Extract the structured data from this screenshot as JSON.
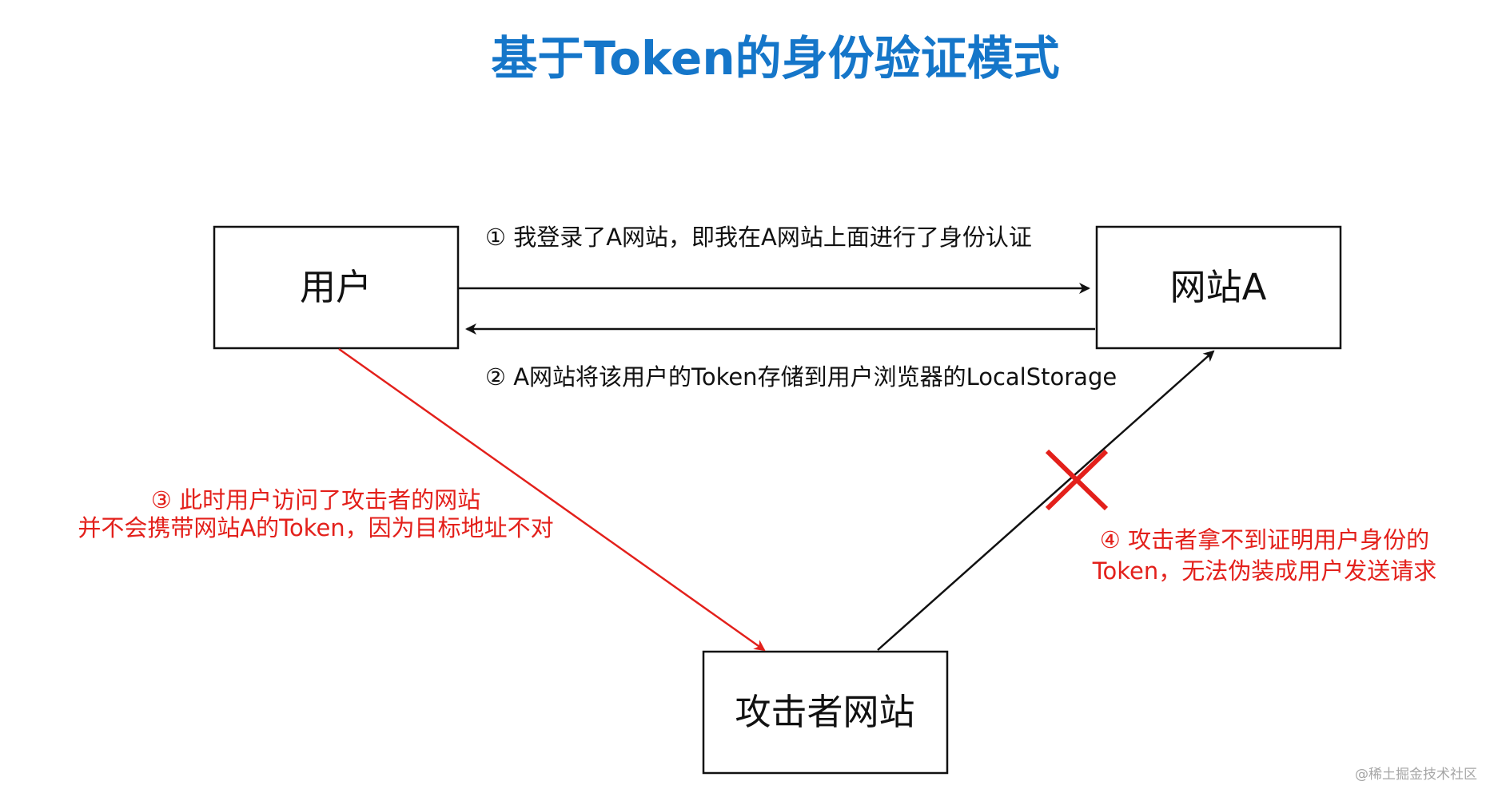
{
  "title": "基于Token的身份验证模式",
  "nodes": {
    "user": "用户",
    "site_a": "网站A",
    "attacker": "攻击者网站"
  },
  "edges": {
    "login": "① 我登录了A网站，即我在A网站上面进行了身份认证",
    "store_token": "② A网站将该用户的Token存储到用户浏览器的LocalStorage",
    "visit_line1": "③ 此时用户访问了攻击者的网站",
    "visit_line2": "并不会携带网站A的Token，因为目标地址不对",
    "attack_line1": "④ 攻击者拿不到证明用户身份的",
    "attack_line2": "Token，无法伪装成用户发送请求"
  },
  "watermark": "@稀土掘金技术社区",
  "colors": {
    "title": "#1576c9",
    "normal_line": "#111111",
    "red": "#e3201b"
  }
}
